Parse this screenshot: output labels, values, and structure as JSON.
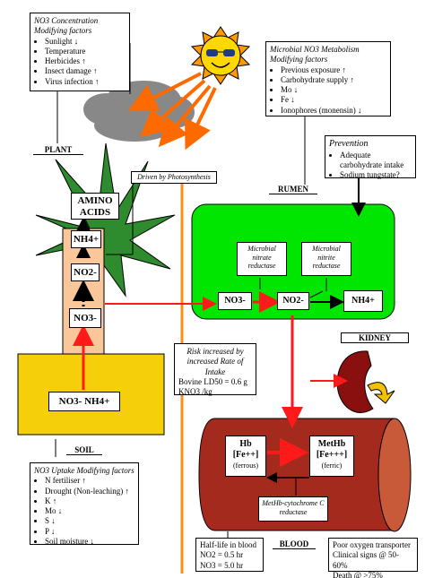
{
  "plant_box": {
    "title": "NO3 Concentration",
    "subtitle": "Modifying factors",
    "items": [
      "Sunlight ↓",
      "Temperature",
      "Herbicides ↑",
      "Insect damage ↑",
      "Virus infection ↑"
    ]
  },
  "microbial_box": {
    "title": "Microbial NO3 Metabolism",
    "subtitle": "Modifying factors",
    "items": [
      "Previous exposure ↑",
      "Carbohydrate supply ↑",
      "Mo ↓",
      "Fe ↓",
      "Ionophores (monensin) ↓"
    ]
  },
  "prevention_box": {
    "title": "Prevention",
    "items": [
      "Adequate carbohydrate intake",
      "Sodium tungstate?"
    ]
  },
  "soil_box": {
    "title": "NO3 Uptake Modifying factors",
    "items": [
      "N fertiliser ↑",
      "Drought (Non-leaching) ↑",
      "K ↑",
      "Mo ↓",
      "S ↓",
      "P ↓",
      "Soil moisture ↓"
    ]
  },
  "risk_box": {
    "title": "Risk increased by increased Rate of Intake",
    "line1": "Bovine LD50 = 0.6 g",
    "line2": "KNO3 /kg"
  },
  "halflife_box": {
    "title": "Half-life in blood",
    "line1": "NO2 = 0.5 hr",
    "line2": "NO3 = 5.0 hr"
  },
  "oxygen_box": {
    "line1": "Poor oxygen transporter",
    "line2": "Clinical signs @ 50-60%",
    "line3": "Death @ >75%"
  },
  "section_labels": {
    "plant": "PLANT",
    "rumen": "RUMEN",
    "kidney": "KIDNEY",
    "soil": "SOIL",
    "blood": "BLOOD"
  },
  "driven_label": "Driven by Photosynthesis",
  "plant_chem": {
    "amino": "AMINO ACIDS",
    "nh4": "NH4+",
    "no2": "NO2-",
    "no3": "NO3-"
  },
  "soil_chem": "NO3-  NH4+",
  "rumen": {
    "no3": "NO3-",
    "no2": "NO2-",
    "nh4": "NH4+",
    "nitrate_reductase": "Microbial nitrate reductase",
    "nitrite_reductase": "Microbial nitrite reductase"
  },
  "blood": {
    "hb": "Hb",
    "hb_fe": "[Fe++]",
    "hb_state": "(ferrous)",
    "methb": "MetHb",
    "methb_fe": "[Fe+++]",
    "methb_state": "(ferric)",
    "enzyme": "MetHb-cytochrome C reductase"
  },
  "colors": {
    "rumen_green": "#00e600",
    "blood_red": "#a52a1e",
    "soil_yellow": "#f5cf0a",
    "stem_peach": "#f9c79a",
    "leaf_green": "#2e8b2e",
    "arrow_orange": "#ff6a00",
    "arrow_red": "#ff1a1a"
  }
}
